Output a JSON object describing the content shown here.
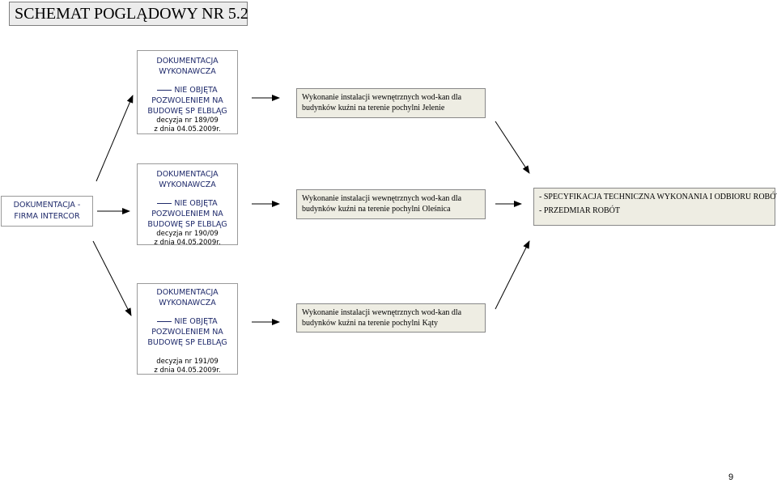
{
  "title": "SCHEMAT POGLĄDOWY NR 5.2",
  "firma": {
    "line1": "DOKUMENTACJA -",
    "line2": "FIRMA INTERCOR"
  },
  "doc_boxes": [
    {
      "line1": "DOKUMENTACJA",
      "line2": "WYKONAWCZA",
      "line3": "NIE OBJĘTA",
      "line4": "POZWOLENIEM NA",
      "line5": "BUDOWĘ   SP ELBLĄG",
      "decision": "decyzja nr 189/09",
      "date": "z dnia 04.05.2009r."
    },
    {
      "line1": "DOKUMENTACJA",
      "line2": "WYKONAWCZA",
      "line3": "NIE OBJĘTA",
      "line4": "POZWOLENIEM NA",
      "line5": "BUDOWĘ   SP ELBLĄG",
      "decision": "decyzja nr 190/09",
      "date": "z dnia 04.05.2009r."
    },
    {
      "line1": "DOKUMENTACJA",
      "line2": "WYKONAWCZA",
      "line3": "NIE OBJĘTA",
      "line4": "POZWOLENIEM NA",
      "line5": "BUDOWĘ   SP ELBLĄG",
      "decision": "decyzja nr 191/09",
      "date": "z dnia 04.05.2009r."
    }
  ],
  "work_boxes": [
    {
      "line1": "Wykonanie instalacji wewnętrznych wod-kan dla",
      "line2": "budynków kuźni na terenie pochylni Jelenie"
    },
    {
      "line1": "Wykonanie instalacji wewnętrznych wod-kan dla",
      "line2": "budynków kuźni na terenie pochylni Oleśnica"
    },
    {
      "line1": "Wykonanie instalacji wewnętrznych wod-kan dla",
      "line2": "budynków kuźni na terenie pochylni Kąty"
    }
  ],
  "spec": {
    "line1": "- SPECYFIKACJA TECHNICZNA WYKONANIA I ODBIORU ROBÓT",
    "line2": "- PRZEDMIAR ROBÓT"
  },
  "page_number": "9"
}
